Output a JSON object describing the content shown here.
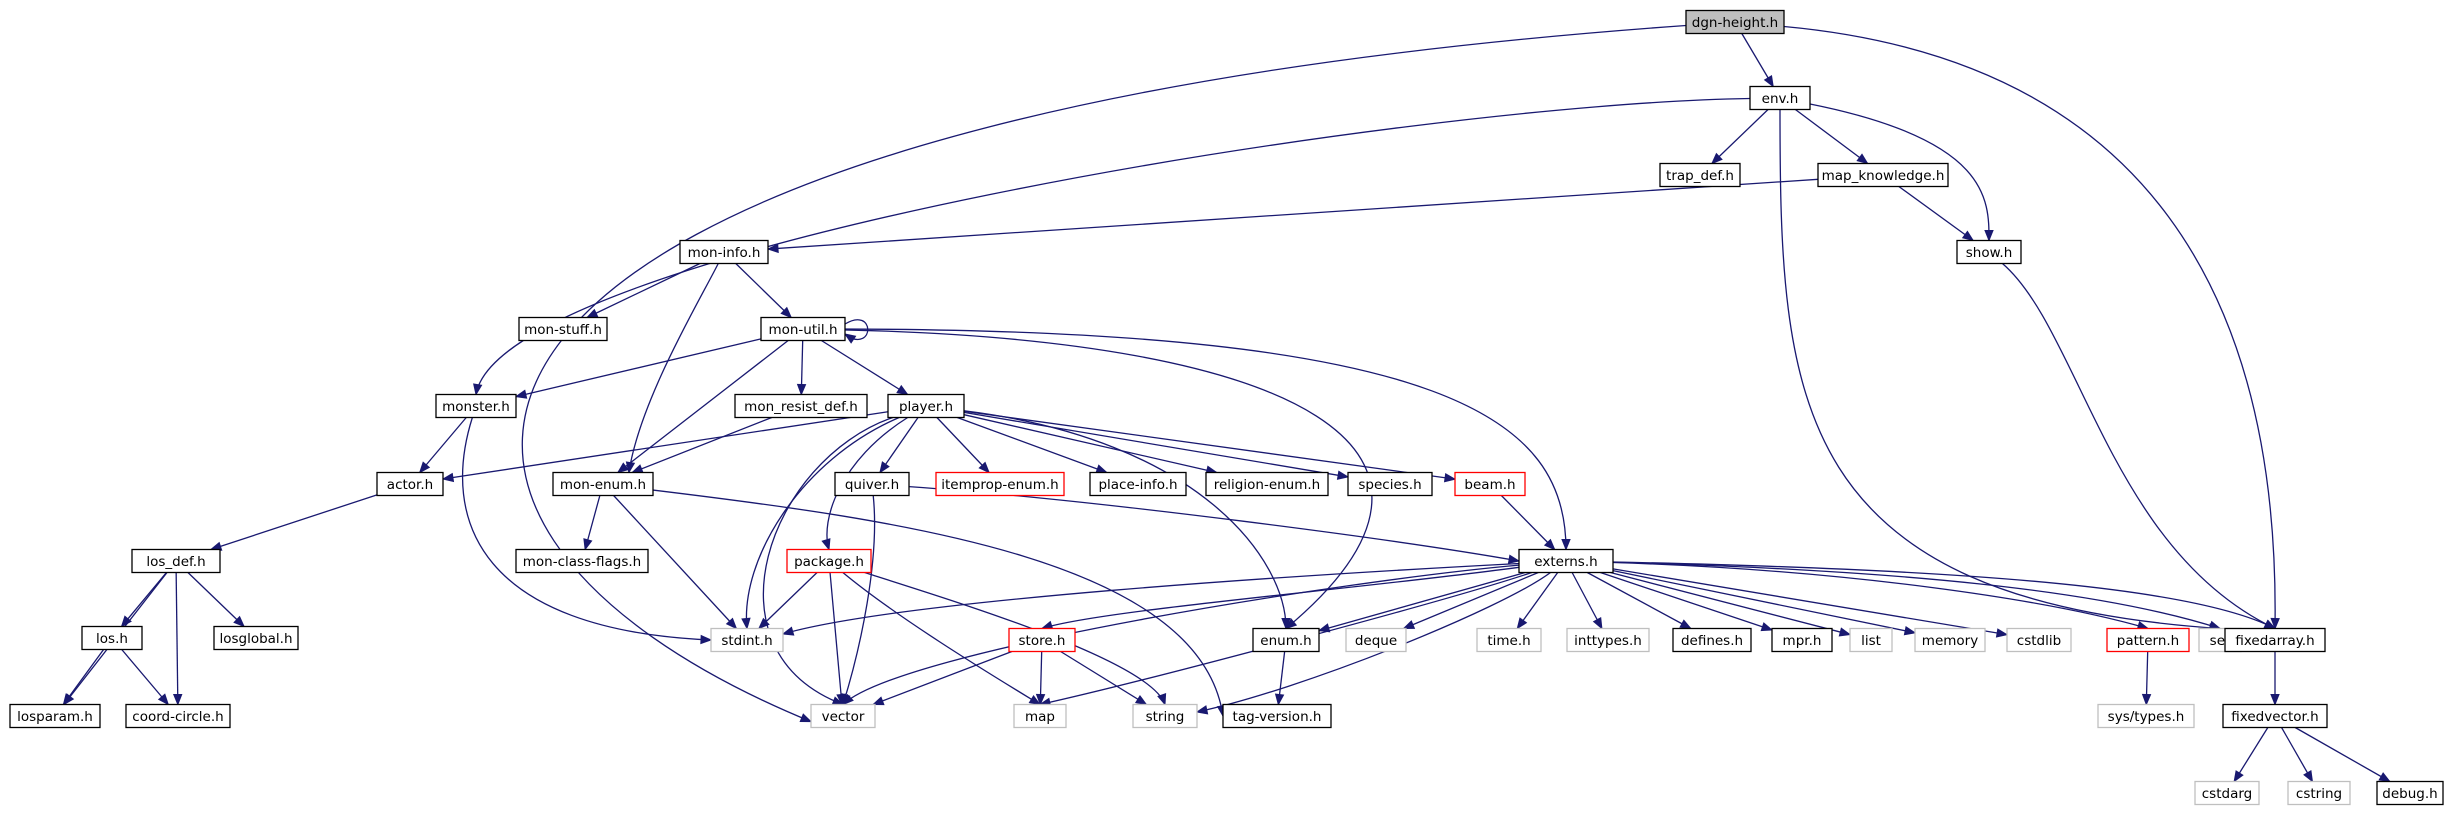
{
  "colors": {
    "edge": "#191970",
    "root_fill": "#bfbfbf",
    "normal_stroke": "#000000",
    "red_stroke": "#ff0000",
    "gray_stroke": "#bfbfbf",
    "text": "#000000"
  },
  "nodes": [
    {
      "id": "dgn-height-h",
      "label": "dgn-height.h",
      "style": "root"
    },
    {
      "id": "env-h",
      "label": "env.h",
      "style": "normal"
    },
    {
      "id": "trap-def-h",
      "label": "trap_def.h",
      "style": "normal"
    },
    {
      "id": "map-knowledge-h",
      "label": "map_knowledge.h",
      "style": "normal"
    },
    {
      "id": "show-h",
      "label": "show.h",
      "style": "normal"
    },
    {
      "id": "mon-info-h",
      "label": "mon-info.h",
      "style": "normal"
    },
    {
      "id": "mon-stuff-h",
      "label": "mon-stuff.h",
      "style": "normal"
    },
    {
      "id": "mon-util-h",
      "label": "mon-util.h",
      "style": "normal"
    },
    {
      "id": "monster-h",
      "label": "monster.h",
      "style": "normal"
    },
    {
      "id": "mon-resist-def-h",
      "label": "mon_resist_def.h",
      "style": "normal"
    },
    {
      "id": "player-h",
      "label": "player.h",
      "style": "normal"
    },
    {
      "id": "actor-h",
      "label": "actor.h",
      "style": "normal"
    },
    {
      "id": "mon-enum-h",
      "label": "mon-enum.h",
      "style": "normal"
    },
    {
      "id": "quiver-h",
      "label": "quiver.h",
      "style": "normal"
    },
    {
      "id": "itemprop-enum-h",
      "label": "itemprop-enum.h",
      "style": "red"
    },
    {
      "id": "place-info-h",
      "label": "place-info.h",
      "style": "normal"
    },
    {
      "id": "religion-enum-h",
      "label": "religion-enum.h",
      "style": "normal"
    },
    {
      "id": "species-h",
      "label": "species.h",
      "style": "normal"
    },
    {
      "id": "beam-h",
      "label": "beam.h",
      "style": "red"
    },
    {
      "id": "los-def-h",
      "label": "los_def.h",
      "style": "normal"
    },
    {
      "id": "mon-class-flags-h",
      "label": "mon-class-flags.h",
      "style": "normal"
    },
    {
      "id": "package-h",
      "label": "package.h",
      "style": "red"
    },
    {
      "id": "externs-h",
      "label": "externs.h",
      "style": "normal"
    },
    {
      "id": "los-h",
      "label": "los.h",
      "style": "normal"
    },
    {
      "id": "losglobal-h",
      "label": "losglobal.h",
      "style": "normal"
    },
    {
      "id": "stdint-h",
      "label": "stdint.h",
      "style": "gray"
    },
    {
      "id": "store-h",
      "label": "store.h",
      "style": "red"
    },
    {
      "id": "enum-h",
      "label": "enum.h",
      "style": "normal"
    },
    {
      "id": "deque",
      "label": "deque",
      "style": "gray"
    },
    {
      "id": "time-h",
      "label": "time.h",
      "style": "gray"
    },
    {
      "id": "inttypes-h",
      "label": "inttypes.h",
      "style": "gray"
    },
    {
      "id": "defines-h",
      "label": "defines.h",
      "style": "normal"
    },
    {
      "id": "mpr-h",
      "label": "mpr.h",
      "style": "normal"
    },
    {
      "id": "list",
      "label": "list",
      "style": "gray"
    },
    {
      "id": "memory",
      "label": "memory",
      "style": "gray"
    },
    {
      "id": "cstdlib",
      "label": "cstdlib",
      "style": "gray"
    },
    {
      "id": "pattern-h",
      "label": "pattern.h",
      "style": "red"
    },
    {
      "id": "set",
      "label": "set",
      "style": "gray"
    },
    {
      "id": "fixedarray-h",
      "label": "fixedarray.h",
      "style": "normal"
    },
    {
      "id": "losparam-h",
      "label": "losparam.h",
      "style": "normal"
    },
    {
      "id": "coord-circle-h",
      "label": "coord-circle.h",
      "style": "normal"
    },
    {
      "id": "vector",
      "label": "vector",
      "style": "gray"
    },
    {
      "id": "map",
      "label": "map",
      "style": "gray"
    },
    {
      "id": "string",
      "label": "string",
      "style": "gray"
    },
    {
      "id": "tag-version-h",
      "label": "tag-version.h",
      "style": "normal"
    },
    {
      "id": "sys-types-h",
      "label": "sys/types.h",
      "style": "gray"
    },
    {
      "id": "fixedvector-h",
      "label": "fixedvector.h",
      "style": "normal"
    },
    {
      "id": "cstdarg",
      "label": "cstdarg",
      "style": "gray"
    },
    {
      "id": "cstring",
      "label": "cstring",
      "style": "gray"
    },
    {
      "id": "debug-h",
      "label": "debug.h",
      "style": "normal"
    }
  ],
  "edges": [
    [
      "dgn-height-h",
      "env-h"
    ],
    [
      "dgn-height-h",
      "fixedarray-h"
    ],
    [
      "dgn-height-h",
      "vector"
    ],
    [
      "env-h",
      "trap-def-h"
    ],
    [
      "env-h",
      "map-knowledge-h"
    ],
    [
      "env-h",
      "show-h"
    ],
    [
      "env-h",
      "monster-h"
    ],
    [
      "env-h",
      "set"
    ],
    [
      "map-knowledge-h",
      "mon-info-h"
    ],
    [
      "map-knowledge-h",
      "show-h"
    ],
    [
      "show-h",
      "fixedarray-h"
    ],
    [
      "mon-info-h",
      "mon-stuff-h"
    ],
    [
      "mon-info-h",
      "mon-util-h"
    ],
    [
      "mon-info-h",
      "mon-enum-h"
    ],
    [
      "mon-util-h",
      "mon-util-h"
    ],
    [
      "mon-util-h",
      "monster-h"
    ],
    [
      "mon-util-h",
      "mon-resist-def-h"
    ],
    [
      "mon-util-h",
      "player-h"
    ],
    [
      "mon-util-h",
      "mon-enum-h"
    ],
    [
      "mon-util-h",
      "externs-h"
    ],
    [
      "mon-util-h",
      "enum-h"
    ],
    [
      "monster-h",
      "actor-h"
    ],
    [
      "monster-h",
      "stdint-h"
    ],
    [
      "mon-resist-def-h",
      "mon-enum-h"
    ],
    [
      "player-h",
      "actor-h"
    ],
    [
      "player-h",
      "quiver-h"
    ],
    [
      "player-h",
      "itemprop-enum-h"
    ],
    [
      "player-h",
      "place-info-h"
    ],
    [
      "player-h",
      "religion-enum-h"
    ],
    [
      "player-h",
      "species-h"
    ],
    [
      "player-h",
      "beam-h"
    ],
    [
      "player-h",
      "package-h"
    ],
    [
      "player-h",
      "stdint-h"
    ],
    [
      "player-h",
      "vector"
    ],
    [
      "player-h",
      "enum-h"
    ],
    [
      "actor-h",
      "los-def-h"
    ],
    [
      "mon-enum-h",
      "mon-class-flags-h"
    ],
    [
      "mon-enum-h",
      "stdint-h"
    ],
    [
      "mon-enum-h",
      "tag-version-h"
    ],
    [
      "quiver-h",
      "externs-h"
    ],
    [
      "quiver-h",
      "vector"
    ],
    [
      "beam-h",
      "externs-h"
    ],
    [
      "los-def-h",
      "los-h"
    ],
    [
      "los-def-h",
      "losglobal-h"
    ],
    [
      "los-def-h",
      "losparam-h"
    ],
    [
      "los-def-h",
      "coord-circle-h"
    ],
    [
      "los-h",
      "losparam-h"
    ],
    [
      "los-h",
      "coord-circle-h"
    ],
    [
      "package-h",
      "stdint-h"
    ],
    [
      "package-h",
      "vector"
    ],
    [
      "package-h",
      "map"
    ],
    [
      "package-h",
      "string"
    ],
    [
      "externs-h",
      "stdint-h"
    ],
    [
      "externs-h",
      "store-h"
    ],
    [
      "externs-h",
      "enum-h"
    ],
    [
      "externs-h",
      "deque"
    ],
    [
      "externs-h",
      "time-h"
    ],
    [
      "externs-h",
      "inttypes-h"
    ],
    [
      "externs-h",
      "defines-h"
    ],
    [
      "externs-h",
      "mpr-h"
    ],
    [
      "externs-h",
      "list"
    ],
    [
      "externs-h",
      "memory"
    ],
    [
      "externs-h",
      "cstdlib"
    ],
    [
      "externs-h",
      "pattern-h"
    ],
    [
      "externs-h",
      "set"
    ],
    [
      "externs-h",
      "fixedarray-h"
    ],
    [
      "externs-h",
      "vector"
    ],
    [
      "externs-h",
      "map"
    ],
    [
      "externs-h",
      "string"
    ],
    [
      "store-h",
      "vector"
    ],
    [
      "store-h",
      "map"
    ],
    [
      "store-h",
      "string"
    ],
    [
      "enum-h",
      "tag-version-h"
    ],
    [
      "pattern-h",
      "sys-types-h"
    ],
    [
      "fixedarray-h",
      "fixedvector-h"
    ],
    [
      "fixedvector-h",
      "cstdarg"
    ],
    [
      "fixedvector-h",
      "cstring"
    ],
    [
      "fixedvector-h",
      "debug-h"
    ]
  ]
}
